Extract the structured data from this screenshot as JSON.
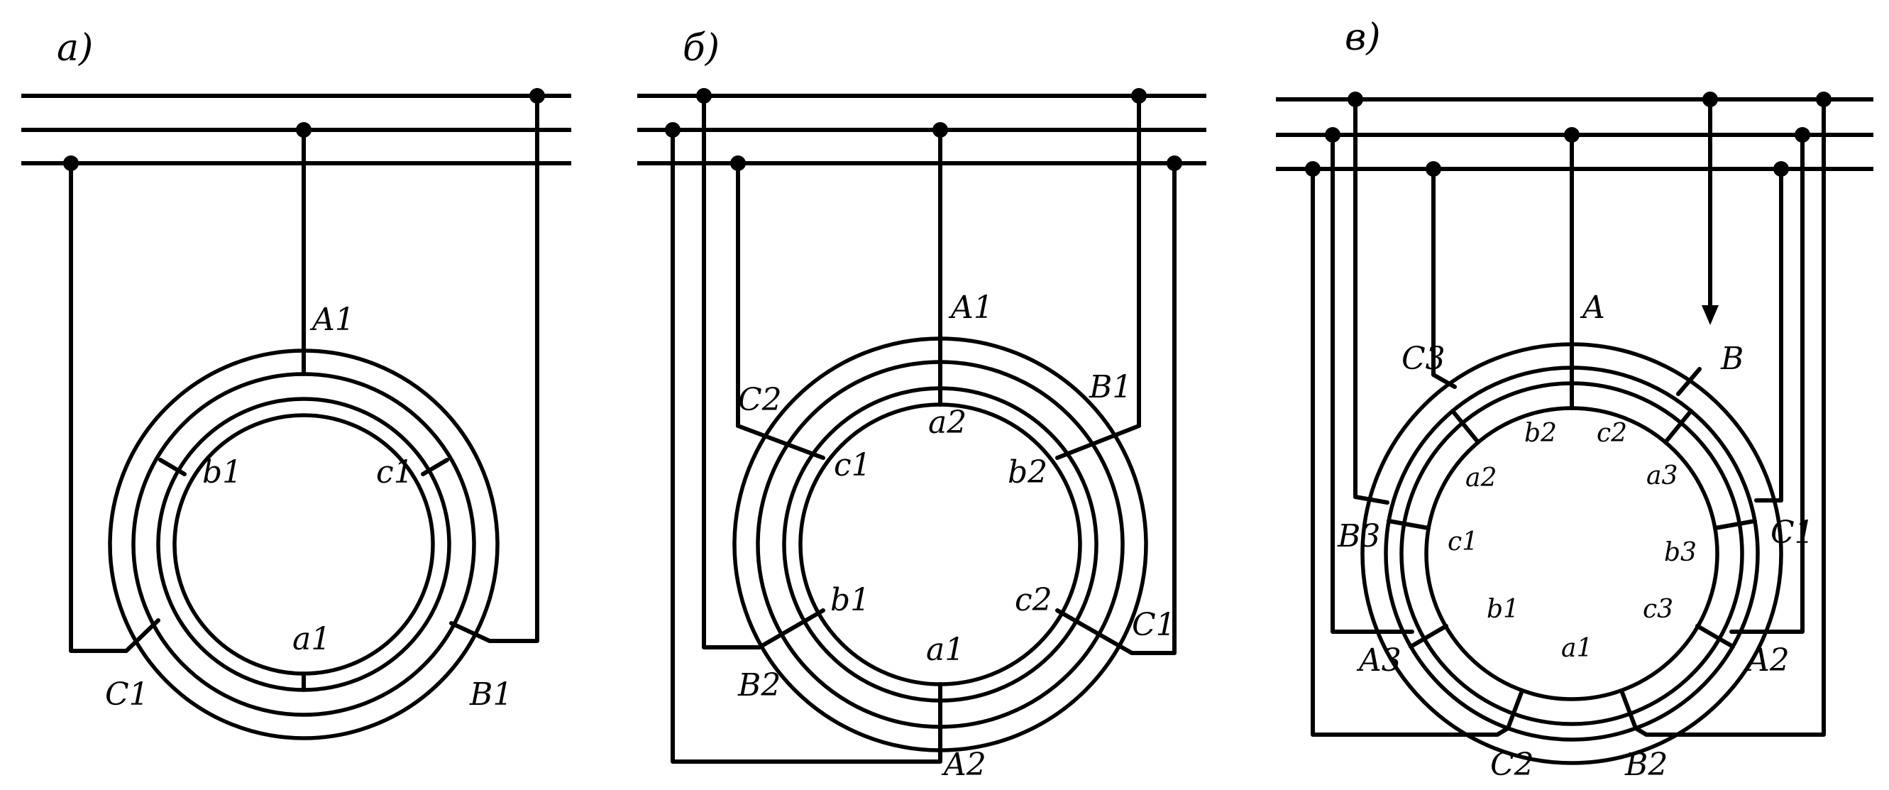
{
  "panels": [
    {
      "label": "a)",
      "terminals": {
        "A": "A1",
        "B": "B1",
        "C": "C1"
      },
      "coils": {
        "a": "a1",
        "b": "b1",
        "c": "c1"
      }
    },
    {
      "label": "б)",
      "terminals": {
        "A1": "A1",
        "B1": "B1",
        "C1": "C1",
        "A2": "A2",
        "B2": "B2",
        "C2": "C2"
      },
      "coils": {
        "a1": "a1",
        "b1": "b1",
        "c1": "c1",
        "a2": "a2",
        "b2": "b2",
        "c2": "c2"
      }
    },
    {
      "label": "в)",
      "terminals": {
        "A": "A",
        "B": "B",
        "C1": "C1",
        "A2": "A2",
        "B2": "B2",
        "C2": "C2",
        "A3": "A3",
        "B3": "B3",
        "C3": "C3"
      },
      "coils": {
        "a1": "a1",
        "b1": "b1",
        "c1": "c1",
        "a2": "a2",
        "b2": "b2",
        "c2": "c2",
        "a3": "a3",
        "b3": "b3",
        "c3": "c3"
      }
    }
  ]
}
